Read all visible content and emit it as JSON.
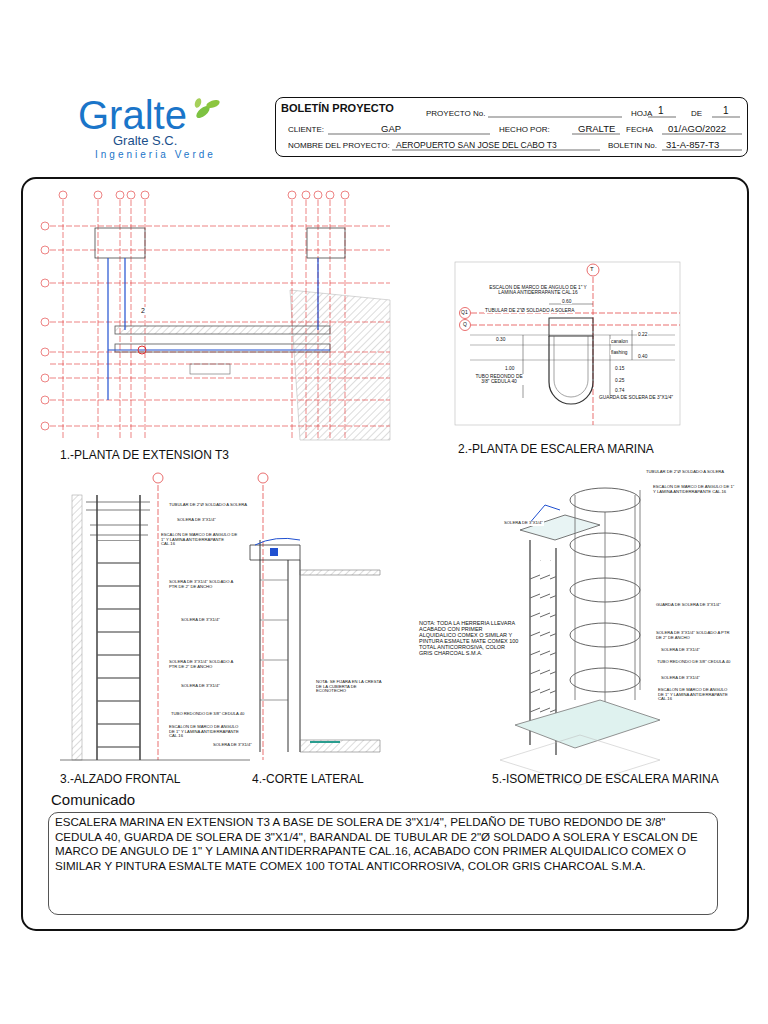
{
  "diagram": {
    "nodes": [
      {
        "text": [
          "BOLETÍN PROYECTO",
          "PROYECTO No.",
          "HOJA",
          "1",
          "DE",
          "1",
          "CLIENTE:",
          "GAP",
          "HECHO POR:",
          "GRALTE",
          "FECHA",
          "01/AGO/2022",
          "NOMBRE DEL PROYECTO:",
          "AEROPUERTO SAN JOSE DEL CABO T3",
          "BOLETIN No.",
          "31-A-857-T3"
        ]
      },
      {
        "text": [
          "Comunicado",
          "ESCALERA MARINA EN EXTENSION T3 A BASE DE SOLERA DE 3\"X1/4\", PELDAÑO DE TUBO REDONDO DE 3/8\" CEDULA 40, GUARDA  DE SOLERA DE 3\"X1/4\", BARANDAL DE TUBULAR DE 2\"Ø SOLDADO A SOLERA Y ESCALON DE MARCO DE ANGULO DE 1\" Y LAMINA ANTIDERRAPANTE CAL.16, ACABADO CON PRIMER ALQUIDALICO COMEX O SIMILAR Y PINTURA ESMALTE MATE COMEX 100 TOTAL ANTICORROSIVA, COLOR GRIS CHARCOAL S.M.A."
        ]
      }
    ],
    "labels": [
      "Gralte",
      "Gralte S.C.",
      "Ingenieria Verde",
      "1.-PLANTA DE EXTENSION T3",
      "2.-PLANTA DE ESCALERA MARINA",
      "3.-ALZADO FRONTAL",
      "4.-CORTE LATERAL",
      "5.-ISOMETRICO DE ESCALERA MARINA",
      "ESCALON DE MARCO DE ANGULO DE 1\" Y LAMINA ANTIDERRAPANTE CAL.16",
      "0.60",
      "TUBULAR DE 2\"Ø SOLDADO A SOLERA",
      "0.30",
      "0.22",
      "canalon",
      "flashing",
      "0.40",
      "1.00",
      "0.15",
      "TUBO REDONDO DE 3/8\" CEDULA 40",
      "0.25",
      "0.74",
      "GUARDA DE SOLERA DE 3\"X1/4\"",
      "T",
      "Q1",
      "Q",
      "TUBULAR DE 2\"Ø SOLDADO A SOLERA",
      "SOLERA DE 3\"X1/4\"",
      "ESCALON DE MARCO DE ANGULO DE 1\" Y LAMINA ANTIDERRAPANTE CAL.16",
      "SOLERA DE 3\"X1/4\" SOLDADO A PTR DE 2\" DE ANCHO",
      "SOLERA DE 3\"X1/4\"",
      "SOLERA DE 3\"X1/4\" SOLDADO A PTR DE 2\" DE ANCHO",
      "SOLERA DE 3\"X1/4\"",
      "TUBO REDONDO DE 3/8\" CEDULA 40",
      "ESCALON DE MARCO DE ANGULO DE 1\" Y LAMINA ANTIDERRAPANTE CAL.16",
      "SOLERA DE 3\"X1/4\"",
      "NOTA: SE FIJARA EN LA CRESTA DE LA CUBIERTA DE ECONOTECHO",
      "TUBULAR DE 2\"Ø SOLDADO A SOLERA",
      "ESCALON DE MARCO DE ANGULO DE 1\" Y LAMINA ANTIDERRAPANTE CAL.16",
      "SOLERA DE 3\"X1/4\"",
      "NOTA: TODA LA HERRERIA LLEVARA ACABADO CON PRIMER ALQUIDALICO COMEX O SIMILAR Y PINTURA ESMALTE MATE COMEX 100 TOTAL ANTICORROSIVA, COLOR GRIS CHARCOAL S.M.A.",
      "GUARDA DE SOLERA DE 3\"X1/4\"",
      "SOLERA DE 3\"X1/4\" SOLDADO A PTR DE 2\" DE ANCHO",
      "SOLERA DE 3\"X1/4\"",
      "TUBO REDONDO DE 3/8\" CEDULA 40",
      "SOLERA DE 3\"X1/4\"",
      "ESCALON DE MARCO DE ANGULO DE 1\" Y LAMINA ANTIDERRAPANTE CAL.16",
      "2"
    ]
  }
}
